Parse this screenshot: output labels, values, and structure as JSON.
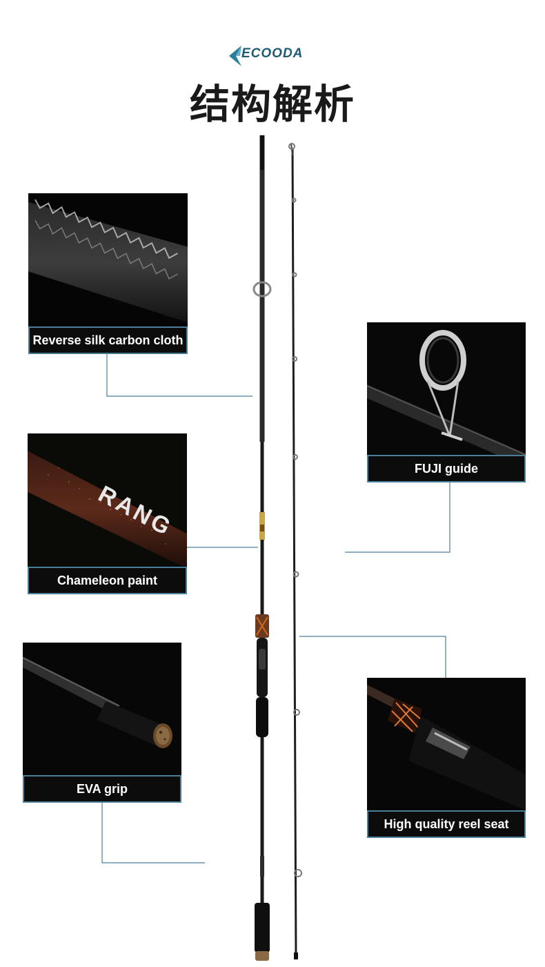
{
  "brand": {
    "name": "ECOODA",
    "color": "#1f5a73"
  },
  "page_title": "结构解析",
  "features": {
    "carbon_cloth": {
      "label": "Reverse silk  carbon cloth",
      "icon": "carbon-weave-image"
    },
    "chameleon_paint": {
      "label": "Chameleon paint",
      "icon": "painted-blank-image",
      "blank_lettering": "RANG"
    },
    "eva_grip": {
      "label": "EVA grip",
      "icon": "eva-grip-image"
    },
    "fuji_guide": {
      "label": "FUJI guide",
      "icon": "fuji-guide-image"
    },
    "reel_seat": {
      "label": "High quality reel seat",
      "icon": "reel-seat-image"
    }
  },
  "colors": {
    "accent": "#4a7f99",
    "panel": "#0b0b0b",
    "title": "#1a1a1a"
  }
}
